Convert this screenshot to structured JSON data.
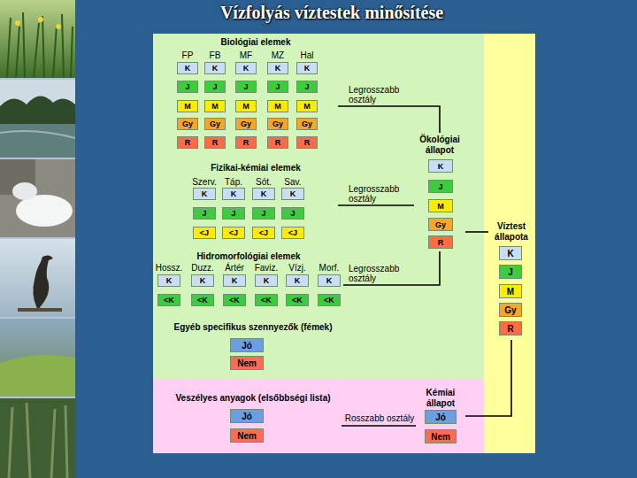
{
  "diagram": {
    "title": "Vízfolyás víztestek minősítése",
    "nodes": [
      {
        "text": [
          "Biológiai elemek"
        ]
      },
      {
        "text": [
          "K"
        ],
        "in": 0
      },
      {
        "text": [
          "K"
        ],
        "in": 0
      },
      {
        "text": [
          "K"
        ],
        "in": 0
      },
      {
        "text": [
          "K"
        ],
        "in": 0
      },
      {
        "text": [
          "K"
        ],
        "in": 0
      },
      {
        "text": [
          "J"
        ],
        "in": 0
      },
      {
        "text": [
          "J"
        ],
        "in": 0
      },
      {
        "text": [
          "J"
        ],
        "in": 0
      },
      {
        "text": [
          "J"
        ],
        "in": 0
      },
      {
        "text": [
          "J"
        ],
        "in": 0
      },
      {
        "text": [
          "M"
        ],
        "in": 0
      },
      {
        "text": [
          "M"
        ],
        "in": 0
      },
      {
        "text": [
          "M"
        ],
        "in": 0
      },
      {
        "text": [
          "M"
        ],
        "in": 0
      },
      {
        "text": [
          "M"
        ],
        "in": 0
      },
      {
        "text": [
          "Gy"
        ],
        "in": 0
      },
      {
        "text": [
          "Gy"
        ],
        "in": 0
      },
      {
        "text": [
          "Gy"
        ],
        "in": 0
      },
      {
        "text": [
          "Gy"
        ],
        "in": 0
      },
      {
        "text": [
          "Gy"
        ],
        "in": 0
      },
      {
        "text": [
          "R"
        ],
        "in": 0
      },
      {
        "text": [
          "R"
        ],
        "in": 0
      },
      {
        "text": [
          "R"
        ],
        "in": 0
      },
      {
        "text": [
          "R"
        ],
        "in": 0
      },
      {
        "text": [
          "R"
        ],
        "in": 0
      },
      {
        "text": [
          "Fizikai-kémiai elemek"
        ]
      },
      {
        "text": [
          "K"
        ],
        "in": 26
      },
      {
        "text": [
          "K"
        ],
        "in": 26
      },
      {
        "text": [
          "K"
        ],
        "in": 26
      },
      {
        "text": [
          "K"
        ],
        "in": 26
      },
      {
        "text": [
          "J"
        ],
        "in": 26
      },
      {
        "text": [
          "J"
        ],
        "in": 26
      },
      {
        "text": [
          "J"
        ],
        "in": 26
      },
      {
        "text": [
          "J"
        ],
        "in": 26
      },
      {
        "text": [
          "<J"
        ],
        "in": 26
      },
      {
        "text": [
          "<J"
        ],
        "in": 26
      },
      {
        "text": [
          "<J"
        ],
        "in": 26
      },
      {
        "text": [
          "<J"
        ],
        "in": 26
      },
      {
        "text": [
          "Hidromorfológiai elemek"
        ]
      },
      {
        "text": [
          "K"
        ],
        "in": 39
      },
      {
        "text": [
          "K"
        ],
        "in": 39
      },
      {
        "text": [
          "K"
        ],
        "in": 39
      },
      {
        "text": [
          "K"
        ],
        "in": 39
      },
      {
        "text": [
          "K"
        ],
        "in": 39
      },
      {
        "text": [
          "K"
        ],
        "in": 39
      },
      {
        "text": [
          "<K"
        ],
        "in": 39
      },
      {
        "text": [
          "<K"
        ],
        "in": 39
      },
      {
        "text": [
          "<K"
        ],
        "in": 39
      },
      {
        "text": [
          "<K"
        ],
        "in": 39
      },
      {
        "text": [
          "<K"
        ],
        "in": 39
      },
      {
        "text": [
          "<K"
        ],
        "in": 39
      },
      {
        "text": [
          "Egyéb specifikus szennyezők (fémek)"
        ]
      },
      {
        "text": [
          "Jó"
        ],
        "in": 52
      },
      {
        "text": [
          "Nem"
        ],
        "in": 52
      },
      {
        "text": [
          "Veszélyes anyagok (elsőbbségi lista)"
        ]
      },
      {
        "text": [
          "Jó"
        ],
        "in": 55
      },
      {
        "text": [
          "Nem"
        ],
        "in": 55
      },
      {
        "text": [
          "Ökológiai állapot"
        ]
      },
      {
        "text": [
          "K"
        ],
        "in": 58
      },
      {
        "text": [
          "J"
        ],
        "in": 58
      },
      {
        "text": [
          "M"
        ],
        "in": 58
      },
      {
        "text": [
          "Gy"
        ],
        "in": 58
      },
      {
        "text": [
          "R"
        ],
        "in": 58
      },
      {
        "text": [
          "Kémiai állapot"
        ]
      },
      {
        "text": [
          "Jó"
        ],
        "in": 64
      },
      {
        "text": [
          "Nem"
        ],
        "in": 64
      },
      {
        "text": [
          "Víztest állapota"
        ]
      },
      {
        "text": [
          "K"
        ],
        "in": 67
      },
      {
        "text": [
          "J"
        ],
        "in": 67
      },
      {
        "text": [
          "M"
        ],
        "in": 67
      },
      {
        "text": [
          "Gy"
        ],
        "in": 67
      },
      {
        "text": [
          "R"
        ],
        "in": 67
      }
    ],
    "edges": [
      {
        "from": 0,
        "to": 58,
        "label": "Legrosszabb osztály",
        "arrow": "none"
      },
      {
        "from": 26,
        "to": 58,
        "label": "Legrosszabb osztály",
        "arrow": "none"
      },
      {
        "from": 39,
        "to": 58,
        "label": "Legrosszabb osztály",
        "arrow": "none"
      },
      {
        "from": 58,
        "to": 67,
        "arrow": "none"
      },
      {
        "from": 55,
        "to": 64,
        "label": "Rosszabb osztály",
        "arrow": "none"
      },
      {
        "from": 64,
        "to": 67,
        "arrow": "none"
      }
    ],
    "labels": [
      "FP",
      "FB",
      "MF",
      "MZ",
      "Hal",
      "Szerv.",
      "Táp.",
      "Sót.",
      "Sav.",
      "Hossz.",
      "Duzz.",
      "Ártér",
      "Faviz.",
      "Vízj.",
      "Morf."
    ]
  }
}
